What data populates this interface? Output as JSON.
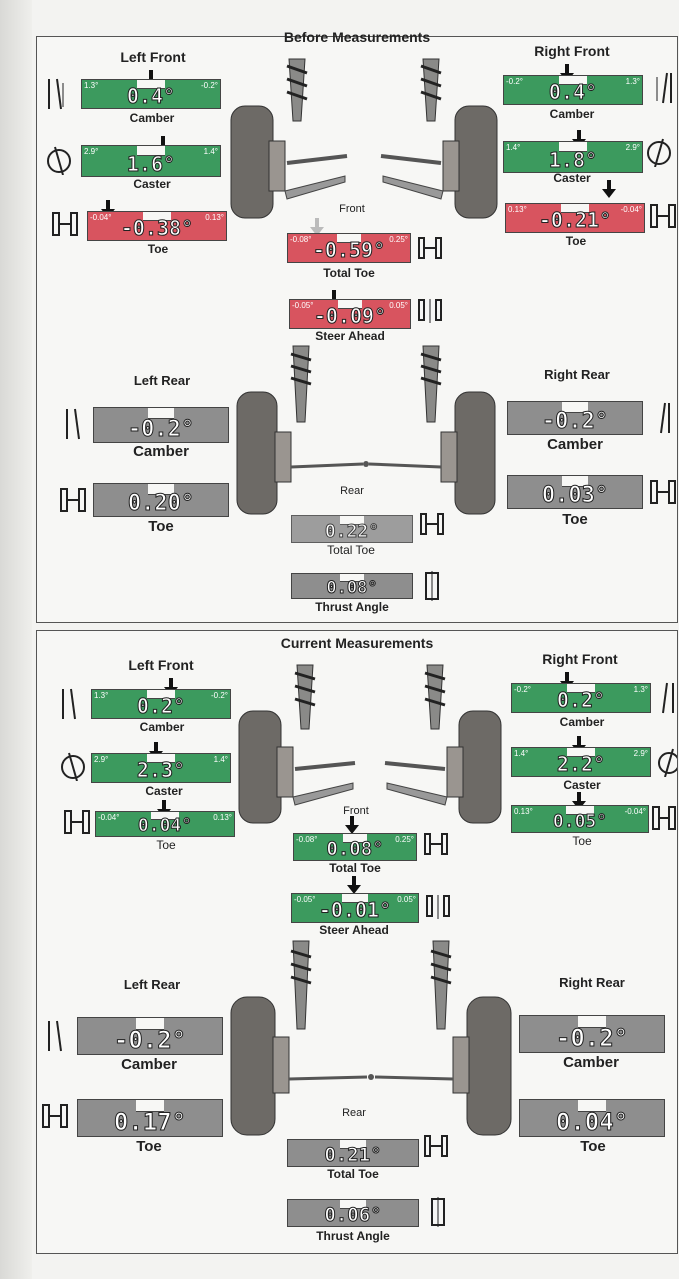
{
  "before": {
    "title": "Before Measurements",
    "left_front": {
      "heading": "Left Front",
      "camber": {
        "label": "Camber",
        "value": "0.4°",
        "min": "1.3°",
        "max": "-0.2°",
        "status": "green"
      },
      "caster": {
        "label": "Caster",
        "value": "1.6°",
        "min": "2.9°",
        "max": "1.4°",
        "status": "green"
      },
      "toe": {
        "label": "Toe",
        "value": "-0.38°",
        "min": "-0.04°",
        "max": "0.13°",
        "status": "red"
      }
    },
    "right_front": {
      "heading": "Right Front",
      "camber": {
        "label": "Camber",
        "value": "0.4°",
        "min": "-0.2°",
        "max": "1.3°",
        "status": "green"
      },
      "caster": {
        "label": "Caster",
        "value": "1.8°",
        "min": "1.4°",
        "max": "2.9°",
        "status": "green"
      },
      "toe": {
        "label": "Toe",
        "value": "-0.21°",
        "min": "0.13°",
        "max": "-0.04°",
        "status": "red"
      }
    },
    "front_label": "Front",
    "total_toe": {
      "label": "Total Toe",
      "value": "-0.59°",
      "min": "-0.08°",
      "max": "0.25°",
      "status": "red"
    },
    "steer_ahead": {
      "label": "Steer Ahead",
      "value": "-0.09°",
      "min": "-0.05°",
      "max": "0.05°",
      "status": "red"
    },
    "left_rear": {
      "heading": "Left Rear",
      "camber": {
        "label": "Camber",
        "value": "-0.2°"
      },
      "toe": {
        "label": "Toe",
        "value": "0.20°"
      }
    },
    "right_rear": {
      "heading": "Right Rear",
      "camber": {
        "label": "Camber",
        "value": "-0.2°"
      },
      "toe": {
        "label": "Toe",
        "value": "0.03°"
      }
    },
    "rear_label": "Rear",
    "rear_total_toe": {
      "label": "Total Toe",
      "value": "0.22°"
    },
    "thrust_angle": {
      "label": "Thrust Angle",
      "value": "0.08°"
    }
  },
  "current": {
    "title": "Current Measurements",
    "left_front": {
      "heading": "Left Front",
      "camber": {
        "label": "Camber",
        "value": "0.2°",
        "min": "1.3°",
        "max": "-0.2°",
        "status": "green"
      },
      "caster": {
        "label": "Caster",
        "value": "2.3°",
        "min": "2.9°",
        "max": "1.4°",
        "status": "green"
      },
      "toe": {
        "label": "Toe",
        "value": "0.04°",
        "min": "-0.04°",
        "max": "0.13°",
        "status": "green"
      }
    },
    "right_front": {
      "heading": "Right Front",
      "camber": {
        "label": "Camber",
        "value": "0.2°",
        "min": "-0.2°",
        "max": "1.3°",
        "status": "green"
      },
      "caster": {
        "label": "Caster",
        "value": "2.2°",
        "min": "1.4°",
        "max": "2.9°",
        "status": "green"
      },
      "toe": {
        "label": "Toe",
        "value": "0.05°",
        "min": "0.13°",
        "max": "-0.04°",
        "status": "green"
      }
    },
    "front_label": "Front",
    "total_toe": {
      "label": "Total Toe",
      "value": "0.08°",
      "min": "-0.08°",
      "max": "0.25°",
      "status": "green"
    },
    "steer_ahead": {
      "label": "Steer Ahead",
      "value": "-0.01°",
      "min": "-0.05°",
      "max": "0.05°",
      "status": "green"
    },
    "left_rear": {
      "heading": "Left Rear",
      "camber": {
        "label": "Camber",
        "value": "-0.2°"
      },
      "toe": {
        "label": "Toe",
        "value": "0.17°"
      }
    },
    "right_rear": {
      "heading": "Right Rear",
      "camber": {
        "label": "Camber",
        "value": "-0.2°"
      },
      "toe": {
        "label": "Toe",
        "value": "0.04°"
      }
    },
    "rear_label": "Rear",
    "rear_total_toe": {
      "label": "Total Toe",
      "value": "0.21°"
    },
    "thrust_angle": {
      "label": "Thrust Angle",
      "value": "0.06°"
    }
  },
  "colors": {
    "in_spec": "#3c9a5e",
    "out_of_spec": "#d8545f",
    "no_spec": "#8e8e8e"
  },
  "icons": [
    "camber-icon",
    "caster-icon",
    "toe-icon",
    "total-toe-icon",
    "steer-ahead-icon",
    "thrust-angle-icon",
    "suspension-diagram"
  ]
}
